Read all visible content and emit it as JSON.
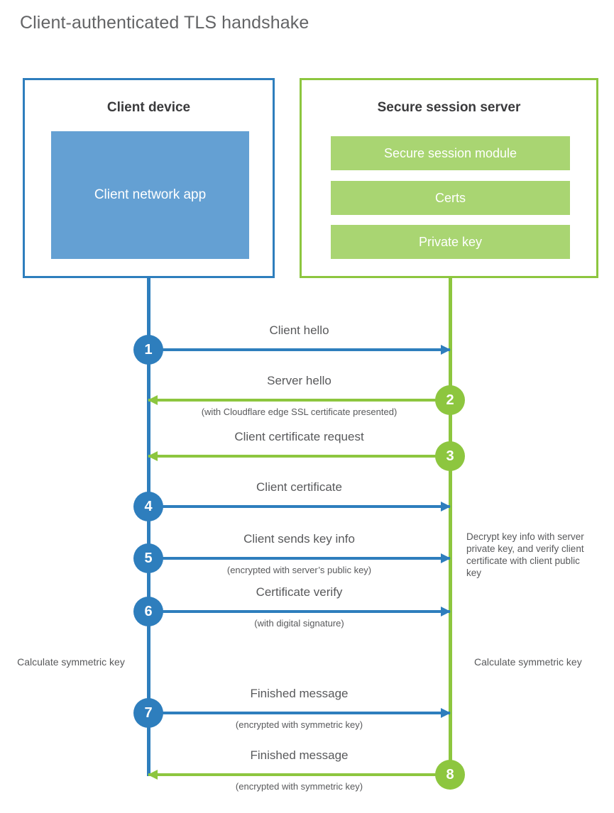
{
  "title": "Client-authenticated TLS handshake",
  "colors": {
    "client_blue": "#2e7ebd",
    "client_app_fill": "#64a0d3",
    "server_green": "#8dc63f",
    "server_row_fill": "#a9d572",
    "text_gray": "#58595b",
    "title_gray": "#636466"
  },
  "client": {
    "title": "Client device",
    "app_label": "Client network app"
  },
  "server": {
    "title": "Secure session server",
    "rows": [
      {
        "label": "Secure session module"
      },
      {
        "label": "Certs"
      },
      {
        "label": "Private key"
      }
    ]
  },
  "steps": [
    {
      "number": "1",
      "label": "Client hello",
      "sublabel": "",
      "direction": "client-to-server",
      "origin": "client"
    },
    {
      "number": "2",
      "label": "Server hello",
      "sublabel": "(with Cloudflare edge SSL certificate presented)",
      "direction": "server-to-client",
      "origin": "server"
    },
    {
      "number": "3",
      "label": "Client certificate request",
      "sublabel": "",
      "direction": "server-to-client",
      "origin": "server"
    },
    {
      "number": "4",
      "label": "Client certificate",
      "sublabel": "",
      "direction": "client-to-server",
      "origin": "client"
    },
    {
      "number": "5",
      "label": "Client sends key info",
      "sublabel": "(encrypted with server’s public key)",
      "direction": "client-to-server",
      "origin": "client"
    },
    {
      "number": "6",
      "label": "Certificate verify",
      "sublabel": "(with digital signature)",
      "direction": "client-to-server",
      "origin": "client"
    },
    {
      "number": "7",
      "label": "Finished message",
      "sublabel": "(encrypted with symmetric key)",
      "direction": "client-to-server",
      "origin": "client"
    },
    {
      "number": "8",
      "label": "Finished message",
      "sublabel": "(encrypted with symmetric key)",
      "direction": "server-to-client",
      "origin": "server"
    }
  ],
  "notes": {
    "decrypt": "Decrypt key info with server private key, and verify client certificate with client public key",
    "calculate_client": "Calculate symmetric key",
    "calculate_server": "Calculate symmetric key"
  }
}
